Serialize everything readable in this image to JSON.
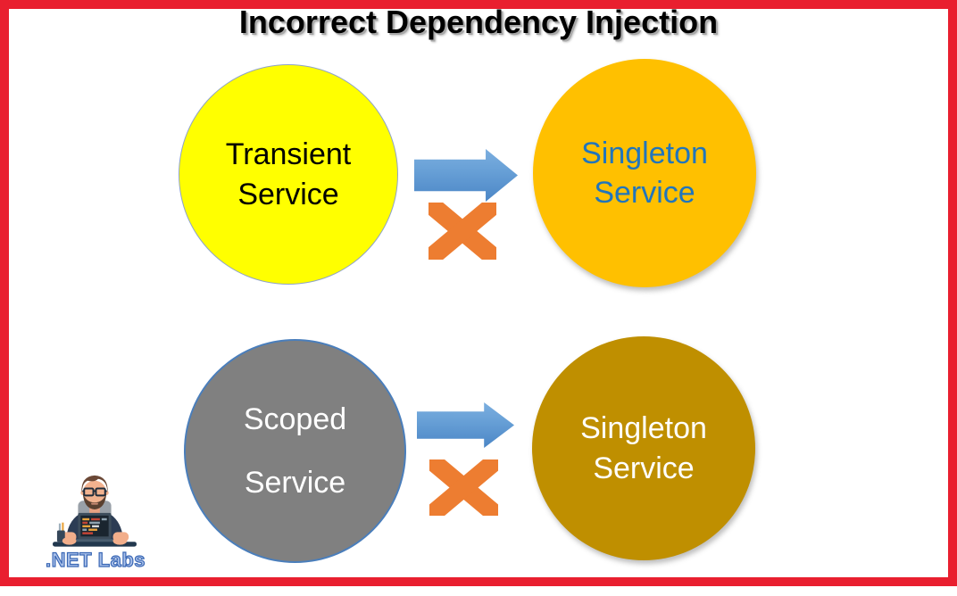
{
  "slide": {
    "title": "Incorrect Dependency Injection"
  },
  "diagram": {
    "rows": [
      {
        "source": {
          "line1": "Transient",
          "line2": "Service"
        },
        "connector": {
          "arrow_icon": "right-block-arrow",
          "blocked_icon": "orange-cross-x"
        },
        "target": {
          "line1": "Singleton",
          "line2": "Service"
        }
      },
      {
        "source": {
          "line1": "Scoped",
          "line2": "Service"
        },
        "connector": {
          "arrow_icon": "right-block-arrow",
          "blocked_icon": "orange-cross-x"
        },
        "target": {
          "line1": "Singleton",
          "line2": "Service"
        }
      }
    ]
  },
  "branding": {
    "label": ".NET Labs",
    "mascot": "developer-at-laptop"
  },
  "colors": {
    "frame_red": "#E91F2F",
    "transient_yellow": "#FFFF00",
    "singleton_gold": "#FFC000",
    "singleton_gold_dark": "#BF8F00",
    "scoped_gray": "#808080",
    "singleton_text_blue": "#2175BC",
    "arrow_blue": "#5B9BD5",
    "cross_orange": "#ED7D31",
    "watermark_blue": "#4472C4",
    "title_black": "#000000"
  }
}
